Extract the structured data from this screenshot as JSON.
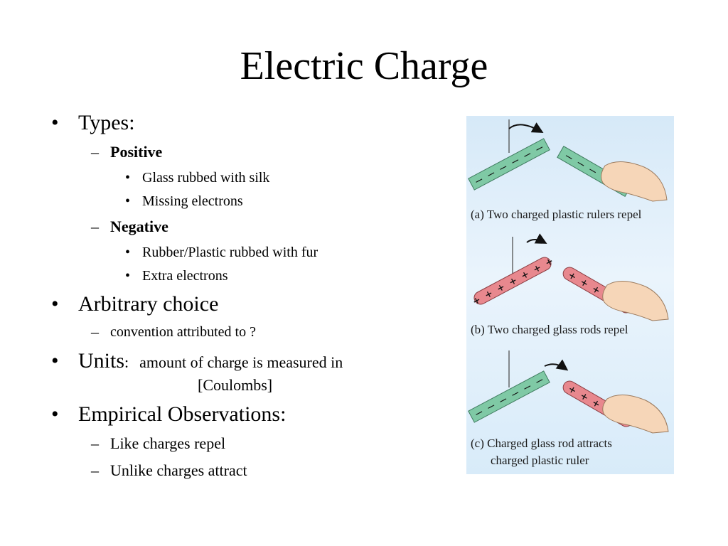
{
  "slide": {
    "title": "Electric Charge",
    "bullet_symbol": "•",
    "dash_symbol": "–"
  },
  "bullets": {
    "types": {
      "label": "Types:",
      "positive": {
        "label": "Positive",
        "items": [
          "Glass rubbed with silk",
          "Missing electrons"
        ]
      },
      "negative": {
        "label": "Negative",
        "items": [
          "Rubber/Plastic rubbed with fur",
          "Extra electrons"
        ]
      }
    },
    "arbitrary": {
      "label": "Arbitrary choice",
      "sub": "convention attributed to ?"
    },
    "units": {
      "label": "Units",
      "colon": ":",
      "text": "amount of charge is measured in",
      "unit": "[Coulombs]"
    },
    "empirical": {
      "label": "Empirical Observations:",
      "items": [
        "Like charges repel",
        "Unlike charges attract"
      ]
    }
  },
  "figure": {
    "caption_a": "(a)  Two charged plastic rulers repel",
    "caption_b": "(b)  Two charged glass rods repel",
    "caption_c_line1": "(c)  Charged glass rod attracts",
    "caption_c_line2": "charged plastic ruler",
    "colors": {
      "ruler": "#7fc9a5",
      "rod": "#e8888e",
      "hand": "#f6d6b8",
      "background": "#dcecf9"
    }
  }
}
